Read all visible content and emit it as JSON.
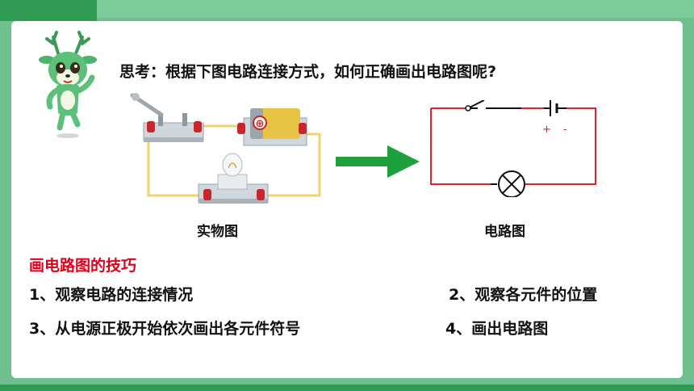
{
  "question": "思考：根据下图电路连接方式，如何正确画出电路图呢?",
  "real_caption": "实物图",
  "diagram_caption": "电路图",
  "battery_plus": "+",
  "battery_minus": "-",
  "battery_label": "⊕",
  "tips": {
    "title": "画电路图的技巧",
    "items": [
      "1、观察电路的连接情况",
      "2、观察各元件的位置",
      "3、从电源正极开始依次画出各元件符号",
      "4、画出电路图"
    ]
  },
  "colors": {
    "accent_red": "#e1001c",
    "arrow_green": "#1ea03c",
    "wire_yellow": "#f2d36b",
    "circuit_red": "#e0202a"
  }
}
